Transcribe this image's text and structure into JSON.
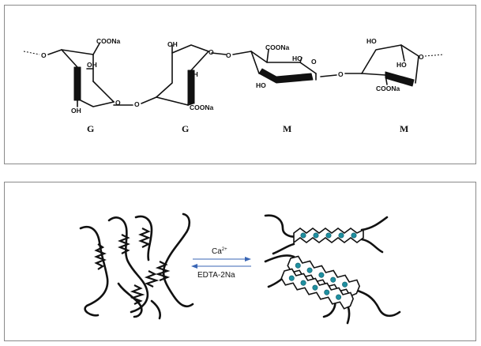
{
  "structure": {
    "groups": {
      "coona_1": "COONa",
      "coona_2": "COONa",
      "coona_3": "COONa",
      "coona_4": "COONa",
      "oh_1": "OH",
      "oh_2": "OH",
      "oh_3": "OH",
      "oh_4": "OH",
      "ho_1": "HO",
      "ho_2": "HO",
      "ho_3": "HO",
      "ho_4": "HO",
      "o_1": "O",
      "o_2": "O",
      "o_3": "O",
      "o_4": "O",
      "o_5": "O",
      "o_6": "O",
      "o_7": "O",
      "o_8": "O"
    },
    "units": [
      "G",
      "G",
      "M",
      "M"
    ]
  },
  "gelation": {
    "forward_label": "Ca",
    "forward_sup": "2+",
    "reverse_label": "EDTA-2Na"
  },
  "colors": {
    "ion": "#1f8fa0",
    "arrow": "#3a66b5",
    "border": "#8a8a8a"
  }
}
